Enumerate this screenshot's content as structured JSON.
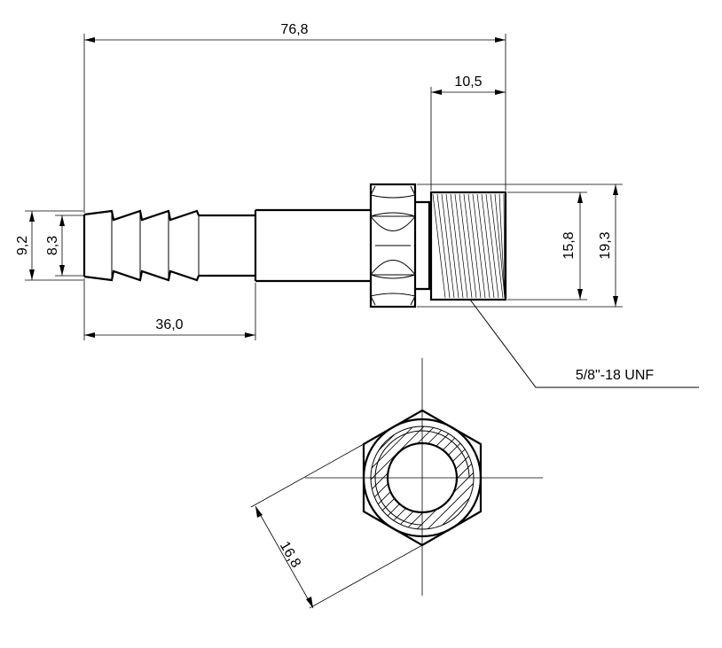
{
  "drawing": {
    "dimensions": {
      "overall_length": "76,8",
      "thread_length": "10,5",
      "barb_length": "36,0",
      "barb_outer_diameter": "9,2",
      "barb_inner_diameter": "8,3",
      "thread_minor_diameter": "15,8",
      "thread_outer_diameter": "19,3",
      "hex_across_flats": "16,8"
    },
    "thread_callout": "5/8\"-18 UNF"
  }
}
